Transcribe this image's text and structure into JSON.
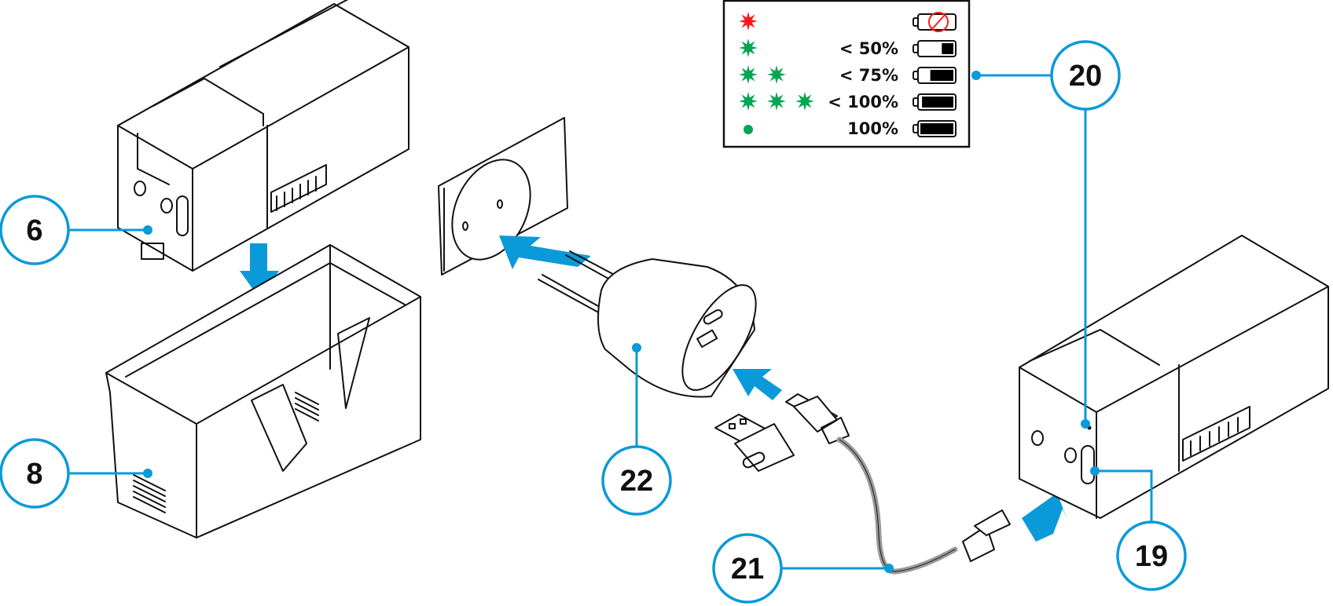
{
  "title": "Battery charging diagram",
  "colors": {
    "callout": "#0a9ad9",
    "arrow": "#0a9ad9",
    "led_red": "#ff1a1a",
    "led_green": "#00a651",
    "line": "#111111",
    "cable": "#9a9a9a"
  },
  "callouts": [
    {
      "id": "6",
      "label": "6",
      "target": "battery-pack"
    },
    {
      "id": "8",
      "label": "8",
      "target": "battery-case"
    },
    {
      "id": "22",
      "label": "22",
      "target": "wall-charger"
    },
    {
      "id": "21",
      "label": "21",
      "target": "usb-cable"
    },
    {
      "id": "20",
      "label": "20",
      "target": "charge-indicator-led"
    },
    {
      "id": "19",
      "label": "19",
      "target": "usb-c-port"
    }
  ],
  "legend": {
    "rows": [
      {
        "leds": 1,
        "led_color": "red",
        "led_shape": "flash",
        "text": "",
        "battery_state": "error-no-charge"
      },
      {
        "leds": 1,
        "led_color": "green",
        "led_shape": "flash",
        "text": "< 50%",
        "battery_state": "low"
      },
      {
        "leds": 2,
        "led_color": "green",
        "led_shape": "flash",
        "text": "< 75%",
        "battery_state": "medium"
      },
      {
        "leds": 3,
        "led_color": "green",
        "led_shape": "flash",
        "text": "< 100%",
        "battery_state": "high"
      },
      {
        "leds": 1,
        "led_color": "green",
        "led_shape": "steady",
        "text": "100%",
        "battery_state": "full"
      }
    ],
    "battery_fill_levels": [
      0,
      0.35,
      0.7,
      0.95,
      1.0
    ]
  }
}
